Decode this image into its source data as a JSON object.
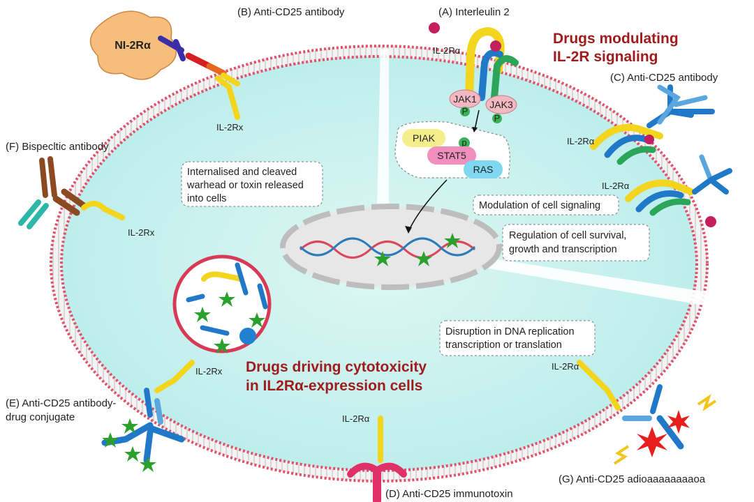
{
  "labels": {
    "il2": "(A) Interleulin 2",
    "anti_cd25_b": "(B) Anti-CD25 antibody",
    "anti_cd25_c": "(C) Anti-CD25 antibody",
    "immunotoxin": "(D) Anti-CD25 immunotoxin",
    "adc_line1": "(E) Anti-CD25 antibody-",
    "adc_line2": "drug conjugate",
    "bispecific": "(F) Bispecltic antibody",
    "radio": "(G) Anti-CD25 adioaaaaaaaaoa",
    "nk_cell": "NI-2Rα"
  },
  "receptor_labels": {
    "top": "IL-2Rα",
    "b": "IL-2Rx",
    "f": "IL-2Rx",
    "e": "IL-2Rx",
    "d": "IL-2Rα",
    "g": "IL-2Rα",
    "c1": "IL-2Rα",
    "c2": "IL-2Rα"
  },
  "signaling": {
    "jak1": "JAK1",
    "jak3": "JAK3",
    "p1": "P",
    "p2": "P",
    "piak": "PIAK",
    "p3": "p",
    "stat5": "STAT5",
    "ras": "RAS"
  },
  "titles": {
    "modulating_line1": "Drugs modulating",
    "modulating_line2": "IL-2R signaling",
    "cytotox_line1": "Drugs driving cytotoxicity",
    "cytotox_line2": "in IL2Rα-expression cells"
  },
  "boxes": {
    "internalised": [
      "Internalised and cleaved",
      "warhead or toxin released",
      "into cells"
    ],
    "modulation": "Modulation of cell signaling",
    "regulation": [
      "Regulation of cell survival,",
      "growth and transcription"
    ],
    "disruption": [
      "Disruption in DNA replication",
      "transcription or translation"
    ]
  },
  "colors": {
    "title_red": "#a01c1c",
    "cytoplasm": "#c6f0ee",
    "membrane": "#e0506a",
    "antibody_blue": "#1f78c8",
    "receptor_yellow": "#f2d51c",
    "star_green": "#2ca02c"
  }
}
